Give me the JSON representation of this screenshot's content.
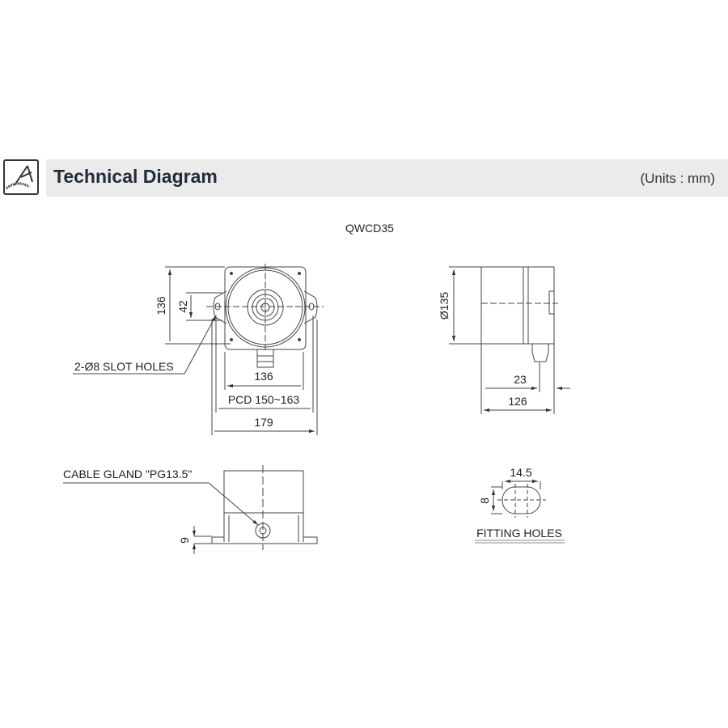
{
  "header": {
    "title": "Technical Diagram",
    "units": "(Units : mm)"
  },
  "model": "QWCD35",
  "front_view": {
    "height": "136",
    "hole_spacing": "42",
    "slot_label": "2-Ø8 SLOT HOLES",
    "body_width": "136",
    "pcd": "PCD 150~163",
    "overall_width": "179"
  },
  "side_view": {
    "diameter": "Ø135",
    "gland_offset": "23",
    "depth": "126"
  },
  "bottom_view": {
    "gland_label": "CABLE GLAND \"PG13.5\"",
    "base_height": "9"
  },
  "fitting_holes": {
    "width": "14.5",
    "height": "8",
    "label": "FITTING HOLES"
  }
}
